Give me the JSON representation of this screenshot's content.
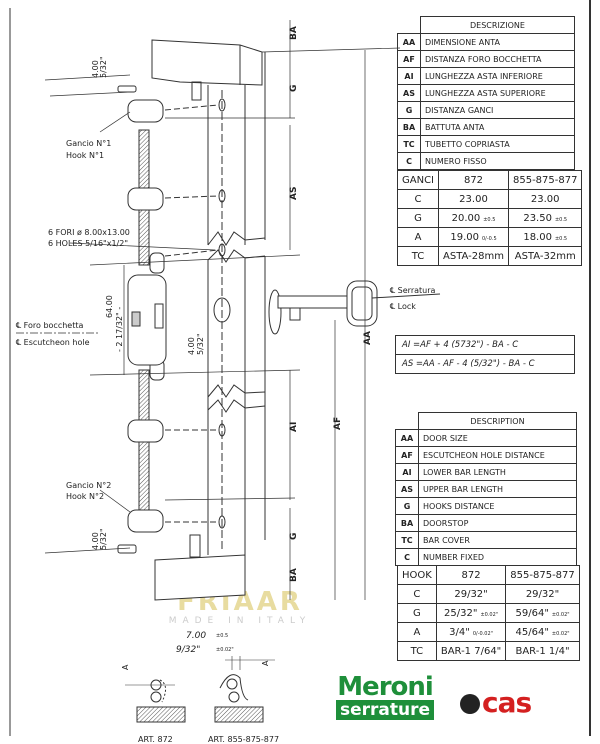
{
  "descrizione_table": {
    "header": "DESCRIZIONE",
    "rows": [
      {
        "code": "AA",
        "text": "DIMENSIONE ANTA"
      },
      {
        "code": "AF",
        "text": "DISTANZA FORO BOCCHETTA"
      },
      {
        "code": "AI",
        "text": "LUNGHEZZA ASTA INFERIORE"
      },
      {
        "code": "AS",
        "text": "LUNGHEZZA ASTA SUPERIORE"
      },
      {
        "code": "G",
        "text": "DISTANZA GANCI"
      },
      {
        "code": "BA",
        "text": "BATTUTA ANTA"
      },
      {
        "code": "TC",
        "text": "TUBETTO COPRIASTA"
      },
      {
        "code": "C",
        "text": "NUMERO FISSO"
      }
    ]
  },
  "ganci_table": {
    "headers": [
      "GANCI",
      "872",
      "855-875-877"
    ],
    "rows": [
      {
        "k": "C",
        "a": "23.00",
        "a_tol": "",
        "b": "23.00",
        "b_tol": ""
      },
      {
        "k": "G",
        "a": "20.00",
        "a_tol": "±0.5",
        "b": "23.50",
        "b_tol": "±0.5"
      },
      {
        "k": "A",
        "a": "19.00",
        "a_tol": "0/-0.5",
        "b": "18.00",
        "b_tol": "±0.5"
      },
      {
        "k": "TC",
        "a": "ASTA-28mm",
        "a_tol": "",
        "b": "ASTA-32mm",
        "b_tol": ""
      }
    ]
  },
  "formulas": [
    "AI =AF + 4 (5732\") - BA - C",
    "AS =AA - AF - 4 (5/32\") - BA - C"
  ],
  "description_table": {
    "header": "DESCRIPTION",
    "rows": [
      {
        "code": "AA",
        "text": "DOOR SIZE"
      },
      {
        "code": "AF",
        "text": "ESCUTCHEON HOLE DISTANCE"
      },
      {
        "code": "AI",
        "text": "LOWER BAR LENGTH"
      },
      {
        "code": "AS",
        "text": "UPPER BAR LENGTH"
      },
      {
        "code": "G",
        "text": "HOOKS DISTANCE"
      },
      {
        "code": "BA",
        "text": "DOORSTOP"
      },
      {
        "code": "TC",
        "text": "BAR COVER"
      },
      {
        "code": "C",
        "text": "NUMBER FIXED"
      }
    ]
  },
  "hook_table": {
    "headers": [
      "HOOK",
      "872",
      "855-875-877"
    ],
    "rows": [
      {
        "k": "C",
        "a": "29/32\"",
        "a_tol": "",
        "b": "29/32\"",
        "b_tol": ""
      },
      {
        "k": "G",
        "a": "25/32\"",
        "a_tol": "±0.02\"",
        "b": "59/64\"",
        "b_tol": "±0.02\""
      },
      {
        "k": "A",
        "a": "3/4\"",
        "a_tol": "0/-0.02\"",
        "b": "45/64\"",
        "b_tol": "±0.02\""
      },
      {
        "k": "TC",
        "a": "BAR-1 7/64\"",
        "a_tol": "",
        "b": "BAR-1 1/4\"",
        "b_tol": ""
      }
    ]
  },
  "drawing": {
    "dim_top_mm": "4.00",
    "dim_top_in": "5/32\"",
    "hook1_it": "Gancio N°1",
    "hook1_en": "Hook N°1",
    "holes_it": "6 FORI ø 8.00x13.00",
    "holes_en": "6 HOLES 5/16\"x1/2\"",
    "esc_it": "℄ Foro bocchetta",
    "esc_en": "℄ Escutcheon hole",
    "dim_64_mm": "64.00",
    "dim_64_in": "- 2 17/32\" -",
    "dim_mid_mm": "4.00",
    "dim_mid_in": "5/32\"",
    "lock_it": "℄ Serratura",
    "lock_en": "℄ Lock",
    "hook2_it": "Gancio N°2",
    "hook2_en": "Hook N°2",
    "dim_bot_mm": "4.00",
    "dim_bot_in": "5/32\"",
    "labels": {
      "BA": "BA",
      "G": "G",
      "AS": "AS",
      "AI": "AI",
      "AF": "AF",
      "AA": "AA",
      "A": "A"
    },
    "detail_mm": "7.00",
    "detail_mm_tol": "±0.5",
    "detail_in": "9/32\"",
    "detail_in_tol": "±0.02\"",
    "art1": "ART. 872",
    "art2": "ART. 855-875-877"
  },
  "logos": {
    "watermark": "FRIAAR",
    "watermark_sub": "MADE IN ITALY",
    "meroni_top": "Meroni",
    "meroni_bottom": "serrature",
    "icas": "cas"
  },
  "colors": {
    "meroni_green": "#1e8f3a",
    "icas_red": "#d42020"
  }
}
